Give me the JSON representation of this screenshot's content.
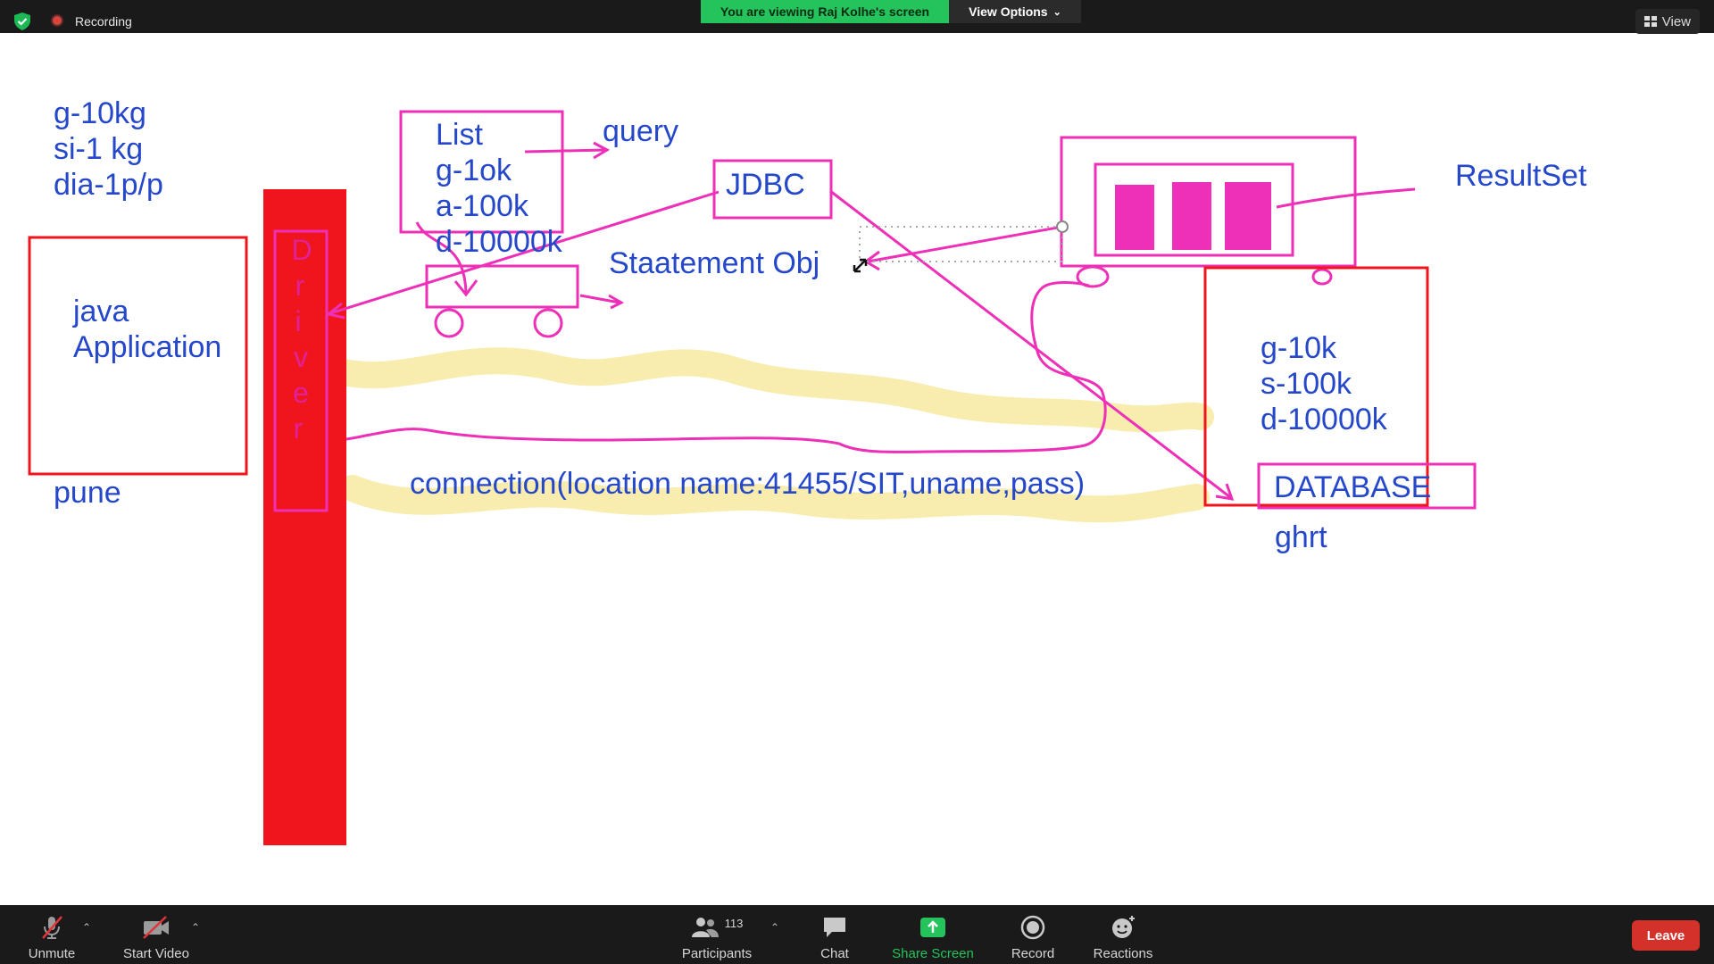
{
  "topbar": {
    "recording_label": "Recording",
    "banner_text": "You are viewing Raj Kolhe's screen",
    "view_options_label": "View Options",
    "view_label": "View"
  },
  "whiteboard": {
    "notes_top_left": [
      "g-10kg",
      "si-1 kg",
      "dia-1p/p"
    ],
    "java_app_label": [
      "java",
      "Application"
    ],
    "city_label": "pune",
    "driver_letters": [
      "D",
      "r",
      "i",
      "v",
      "e",
      "r"
    ],
    "list_box": [
      "List",
      "g-1ok",
      "a-100k",
      "d-10000k"
    ],
    "query_label": "query",
    "jdbc_label": "JDBC",
    "statement_label": "Staatement Obj",
    "resultset_label": "ResultSet",
    "db_values": [
      "g-10k",
      "s-100k",
      "d-10000k"
    ],
    "database_label": "DATABASE",
    "db_city_label": "ghrt",
    "connection_label": "connection(location name:41455/SIT,uname,pass)"
  },
  "bottombar": {
    "unmute_label": "Unmute",
    "start_video_label": "Start Video",
    "participants_label": "Participants",
    "participants_count": "113",
    "chat_label": "Chat",
    "share_screen_label": "Share Screen",
    "record_label": "Record",
    "reactions_label": "Reactions",
    "leave_label": "Leave"
  },
  "colors": {
    "ink_blue": "#2547c9",
    "marker_pink": "#ee2fb8",
    "marker_red": "#f0151d",
    "highlight_yellow": "#f7eaa5",
    "share_green": "#25c35b",
    "leave_red": "#d4312a"
  }
}
